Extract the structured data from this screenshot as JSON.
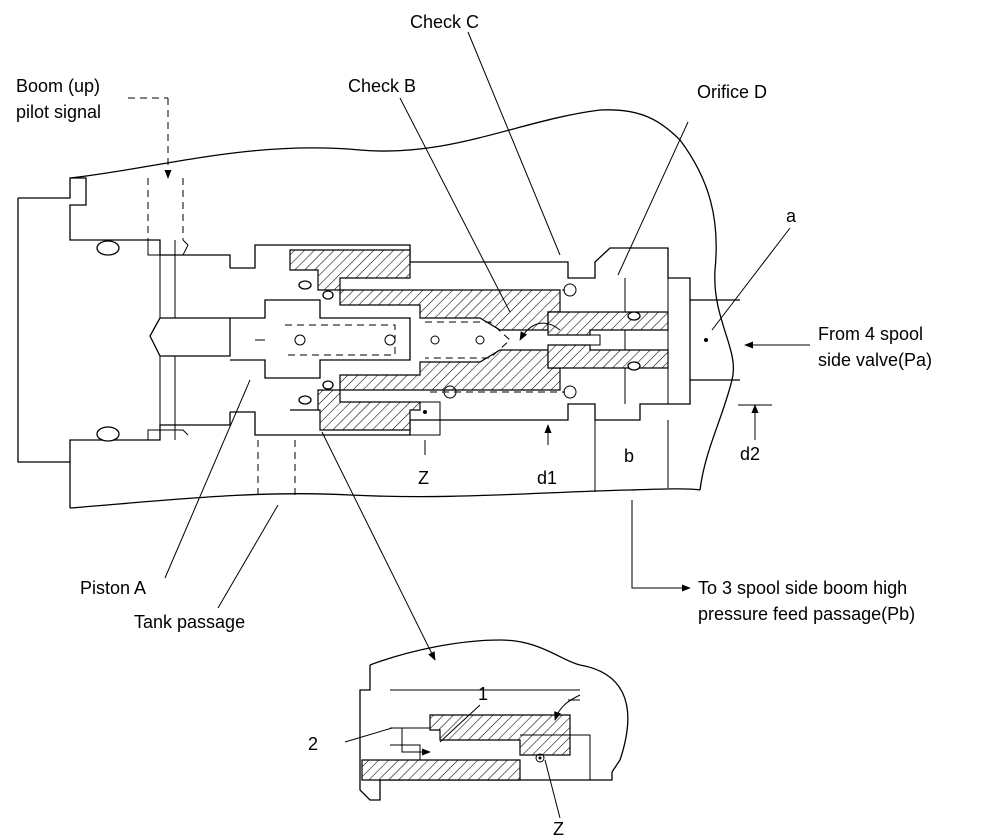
{
  "labels": {
    "check_c": "Check  C",
    "check_b": "Check  B",
    "orifice_d": "Orifice  D",
    "boom_line1": "Boom (up)",
    "boom_line2": "pilot signal",
    "a": "a",
    "from_line1": "From 4 spool",
    "from_line2": "side valve(Pa)",
    "d2": "d2",
    "b": "b",
    "z_main": "Z",
    "d1": "d1",
    "to_line1": "To 3 spool side boom high",
    "to_line2": "pressure feed passage(Pb)",
    "piston_a": "Piston  A",
    "tank_passage": "Tank passage",
    "detail_1": "1",
    "detail_2": "2",
    "z_detail": "Z"
  }
}
